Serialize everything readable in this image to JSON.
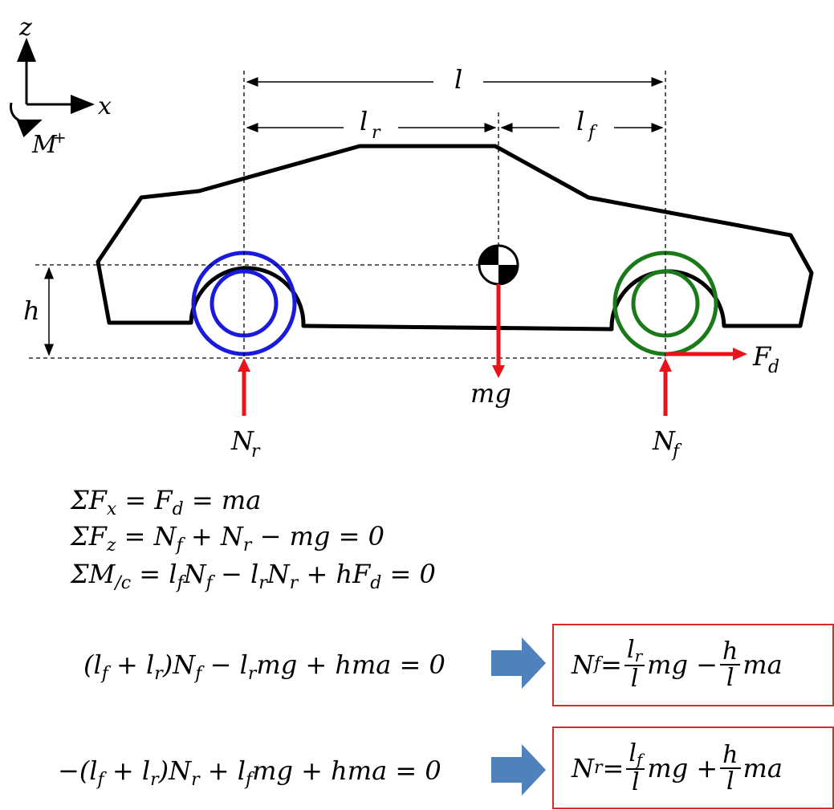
{
  "axes": {
    "z": "z",
    "x": "x",
    "moment": "M",
    "moment_sup": "+"
  },
  "dims": {
    "l": "l",
    "lr_base": "l",
    "lr_sub": "r",
    "lf_base": "l",
    "lf_sub": "f",
    "h": "h"
  },
  "forces": {
    "mg": "mg",
    "Fd_base": "F",
    "Fd_sub": "d",
    "Nr_base": "N",
    "Nr_sub": "r",
    "Nf_base": "N",
    "Nf_sub": "f"
  },
  "equations": {
    "eq1": [
      "ΣF",
      "x",
      " = F",
      "d",
      " = ma"
    ],
    "eq2": [
      "ΣF",
      "z",
      " = N",
      "f",
      " + N",
      "r",
      " − mg = 0"
    ],
    "eq3": [
      "ΣM",
      "/c",
      " = l",
      "f",
      "N",
      "f",
      " − l",
      "r",
      "N",
      "r",
      " + hF",
      "d",
      " = 0"
    ],
    "eq4": [
      "(l",
      "f",
      " + l",
      "r",
      ")N",
      "f",
      " − l",
      "r",
      "mg + hma = 0"
    ],
    "eq5": [
      "−(l",
      "f",
      " + l",
      "r",
      ")N",
      "r",
      " + l",
      "f",
      "mg + hma = 0"
    ],
    "res1": {
      "lhs": "N",
      "lhs_sub": "f",
      "eq": " = ",
      "n1": "l",
      "n1_sub": "r",
      "d1": "l",
      "t1": "mg − ",
      "n2": "h",
      "d2": "l",
      "t2": "ma"
    },
    "res2": {
      "lhs": "N",
      "lhs_sub": "r",
      "eq": " = ",
      "n1": "l",
      "n1_sub": "f",
      "d1": "l",
      "t1": "mg + ",
      "n2": "h",
      "d2": "l",
      "t2": "ma"
    }
  },
  "colors": {
    "force": "#e8141a",
    "rear_wheel": "#1a1adc",
    "front_wheel": "#1a7a1a",
    "arrow": "#4f81bd",
    "result_box": "#d72a2a"
  }
}
